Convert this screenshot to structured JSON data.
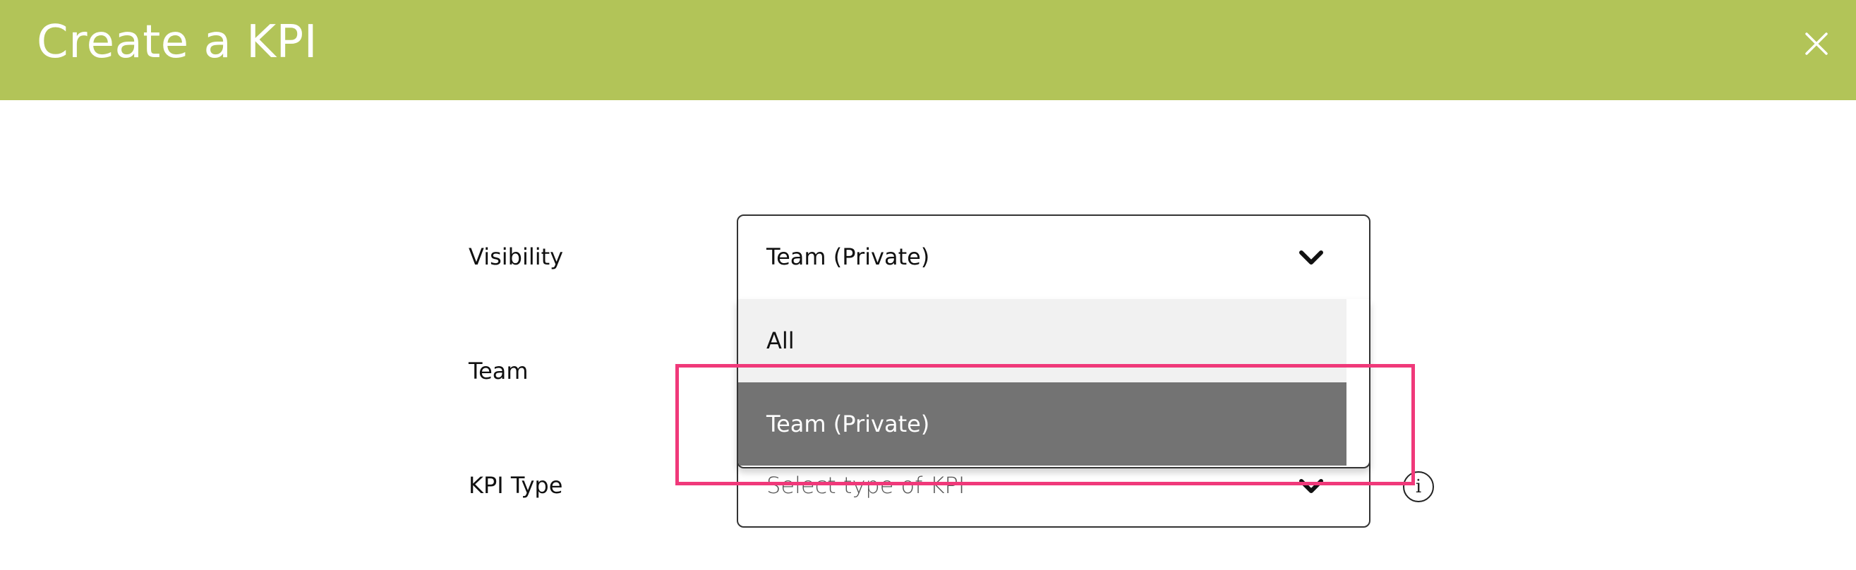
{
  "header": {
    "title": "Create a KPI",
    "close_icon": "close-icon",
    "background_color": "#b2c458"
  },
  "form": {
    "visibility": {
      "label": "Visibility",
      "value": "Team (Private)",
      "options": [
        "All",
        "Team (Private)"
      ],
      "selected_option": "Team (Private)"
    },
    "team": {
      "label": "Team"
    },
    "kpi_type": {
      "label": "KPI Type",
      "placeholder": "Select type of KPI",
      "info_icon": "i"
    }
  },
  "colors": {
    "option_selected_bg": "#737373",
    "option_hover_bg": "#f1f1f1",
    "highlight_border": "#f0397a"
  }
}
